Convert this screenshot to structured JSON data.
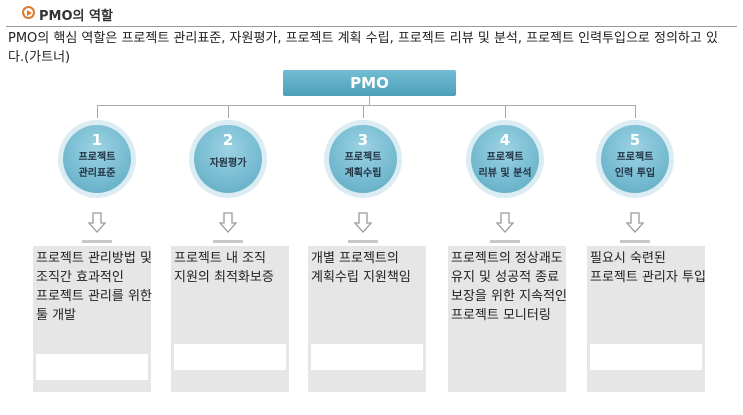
{
  "header": {
    "title": "PMO의 역할",
    "icon": "play-circle-icon",
    "accent_color": "#e07a2c"
  },
  "intro": "PMO의 핵심 역할은 프로젝트 관리표준, 자원평가, 프로젝트 계획 수립, 프로젝트 리뷰 및 분석, 프로젝트 인력투입으로 정의하고 있다.(가트너)",
  "root": {
    "label": "PMO",
    "color": "#5aa9c2"
  },
  "roles": [
    {
      "num": "1",
      "label_line1": "프로젝트",
      "label_line2": "관리표준",
      "description": "프로젝트 관리방법 및 조직간 효과적인 프로젝트 관리를 위한 툴 개발"
    },
    {
      "num": "2",
      "label_line1": "자원평가",
      "label_line2": "",
      "description": "프로젝트 내 조직 지원의 최적화보증"
    },
    {
      "num": "3",
      "label_line1": "프로젝트",
      "label_line2": "계획수립",
      "description": "개별 프로젝트의 계획수립 지원책임"
    },
    {
      "num": "4",
      "label_line1": "프로젝트",
      "label_line2": "리뷰 및 분석",
      "description": "프로젝트의 정상괘도 유지 및 성공적 종료 보장을 위한 지속적인 프로젝트 모니터링"
    },
    {
      "num": "5",
      "label_line1": "프로젝트",
      "label_line2": "인력 투입",
      "description": "필요시 숙련된 프로젝트 관리자 투입"
    }
  ]
}
